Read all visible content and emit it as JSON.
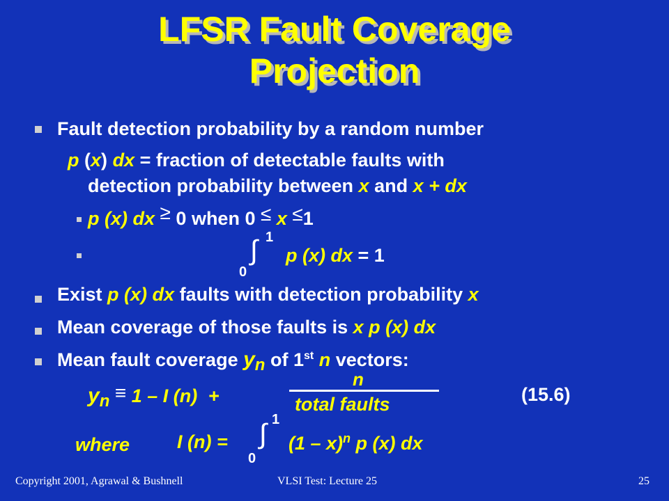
{
  "title": {
    "line1": "LFSR Fault Coverage",
    "line2": "Projection"
  },
  "bullets": {
    "b1": "Fault detection probability by a random number",
    "pdx_def": {
      "p": "p",
      "open": "(",
      "x": "x",
      "close": ")",
      "dx": "dx",
      "text1": " = fraction of detectable faults with",
      "text2": "detection probability between ",
      "x2": "x",
      "and": " and ",
      "xpdx": "x + dx"
    },
    "sub1": {
      "lhs": "p (x) dx",
      "geq": "≥",
      "mid": "0 when 0",
      "leq": "≤",
      "x": "x",
      "leq2": "≤",
      "one": "1"
    },
    "sub2": {
      "upper": "1",
      "lower": "0",
      "integral": "∫",
      "expr": "p (x) dx",
      "eq": "= 1"
    },
    "b2": {
      "pre": "Exist ",
      "expr": "p (x) dx",
      "post": " faults with detection probability ",
      "x": "x"
    },
    "b3": {
      "pre": "Mean coverage of those faults is ",
      "expr": "x p (x) dx"
    },
    "b4": {
      "pre": "Mean fault coverage ",
      "y": "y",
      "n": "n",
      "mid": " of 1",
      "sup": "st",
      "n2": "n",
      "post": " vectors:"
    }
  },
  "equation": {
    "y": "y",
    "n": "n",
    "equiv": "≡",
    "rhs": "1 – I (n)",
    "plus": "+",
    "num": "n",
    "den": "total faults",
    "label": "(15.6)"
  },
  "where": {
    "word": "where",
    "lhs": "I (n) =",
    "upper": "1",
    "lower": "0",
    "integral": "∫",
    "integrand": "(1 – x)",
    "exp": "n",
    "tail": " p (x) dx"
  },
  "footer": {
    "copyright": "Copyright 2001, Agrawal & Bushnell",
    "lecture": "VLSI Test: Lecture 25",
    "page": "25"
  }
}
